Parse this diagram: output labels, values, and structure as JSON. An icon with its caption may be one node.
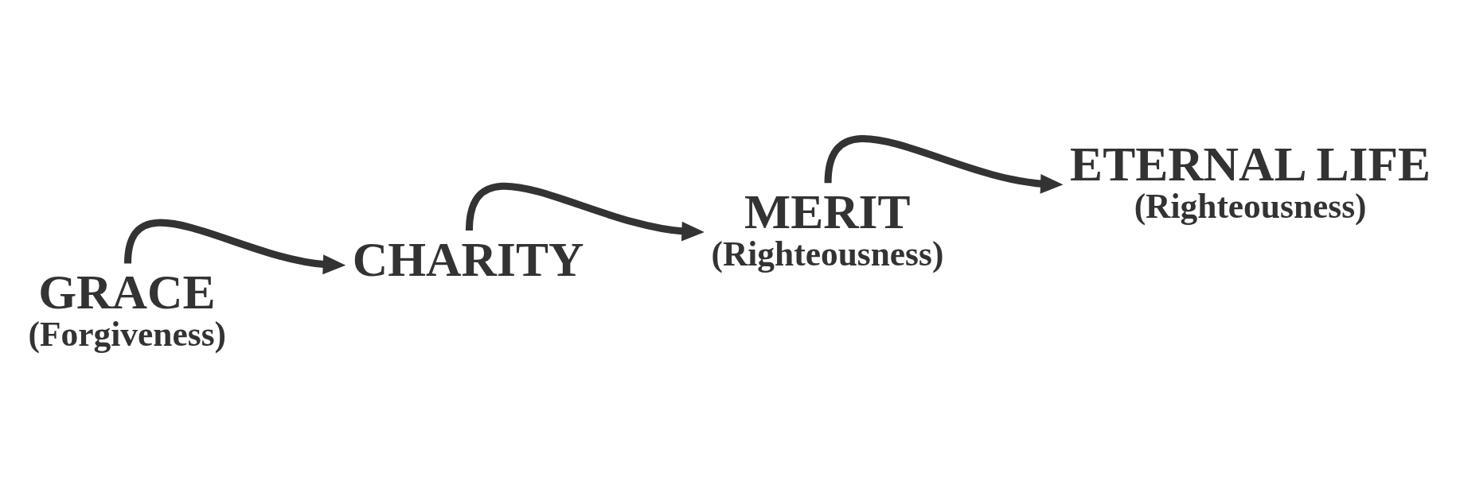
{
  "diagram": {
    "nodes": [
      {
        "text": [
          "GRACE",
          "(Forgiveness)"
        ]
      },
      {
        "text": [
          "CHARITY"
        ]
      },
      {
        "text": [
          "MERIT",
          "(Righteousness)"
        ]
      },
      {
        "text": [
          "ETERNAL LIFE",
          "(Righteousness)"
        ]
      }
    ],
    "edges": [
      {
        "from": 0,
        "to": 1,
        "arrow": "to"
      },
      {
        "from": 1,
        "to": 2,
        "arrow": "to"
      },
      {
        "from": 2,
        "to": 3,
        "arrow": "to"
      }
    ]
  }
}
